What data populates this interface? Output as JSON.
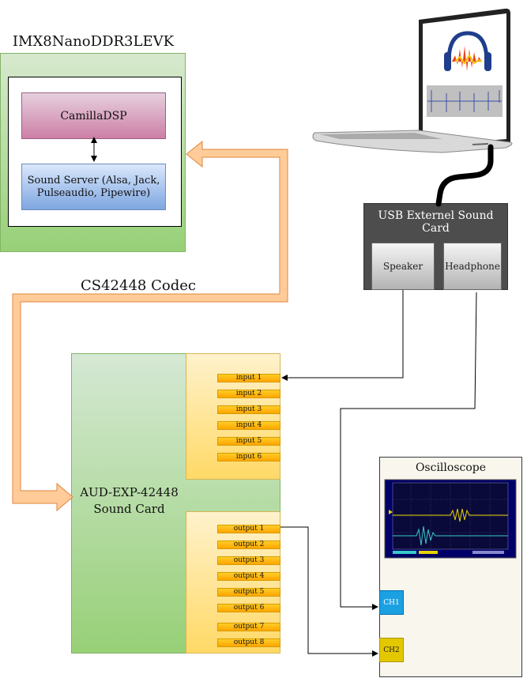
{
  "board": {
    "title": "IMX8NanoDDR3LEVK"
  },
  "dsp": {
    "label": "CamillaDSP"
  },
  "sound_server": {
    "label": "Sound Server (Alsa, Jack, Pulseaudio, Pipewire)"
  },
  "codec": {
    "label": "CS42448 Codec"
  },
  "sound_card": {
    "label_line1": "AUD-EXP-42448",
    "label_line2": "Sound Card",
    "inputs": [
      "input 1",
      "input 2",
      "input 3",
      "input 4",
      "input 5",
      "input 6"
    ],
    "outputs": [
      "output 1",
      "output 2",
      "output 3",
      "output 4",
      "output 5",
      "output 6",
      "output 7",
      "output 8"
    ]
  },
  "usb_card": {
    "title": "USB Externel Sound Card",
    "speaker": "Speaker",
    "headphone": "Headphone"
  },
  "oscilloscope": {
    "title": "Oscilloscope",
    "ch1": "CH1",
    "ch2": "CH2"
  },
  "colors": {
    "board_fill": "#97d077",
    "dsp_fill": "#cd7fa6",
    "server_fill": "#7ea6e0",
    "port_fill": "#ffa500",
    "arrow_fill": "#ffcc99",
    "arrow_stroke": "#e0863c",
    "usb_fill": "#4d4d4d",
    "ch1_fill": "#1ba1e2",
    "ch2_fill": "#e3c800"
  },
  "icons": [
    "laptop-icon",
    "audacity-logo-icon",
    "waveform-icon",
    "oscilloscope-screen-icon"
  ]
}
